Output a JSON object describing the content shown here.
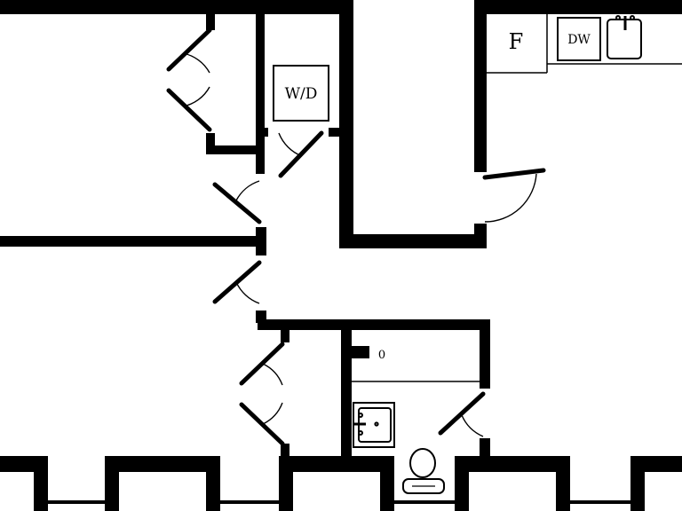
{
  "floor_plan": {
    "labels": {
      "washer_dryer": "W/D",
      "fridge": "F",
      "dishwasher": "DW",
      "faucet_mark": "0"
    },
    "colors": {
      "wall": "#000000",
      "background": "#ffffff"
    },
    "icons": [
      "door-swing-icon",
      "sink-icon",
      "toilet-icon",
      "washer-dryer-icon"
    ]
  }
}
